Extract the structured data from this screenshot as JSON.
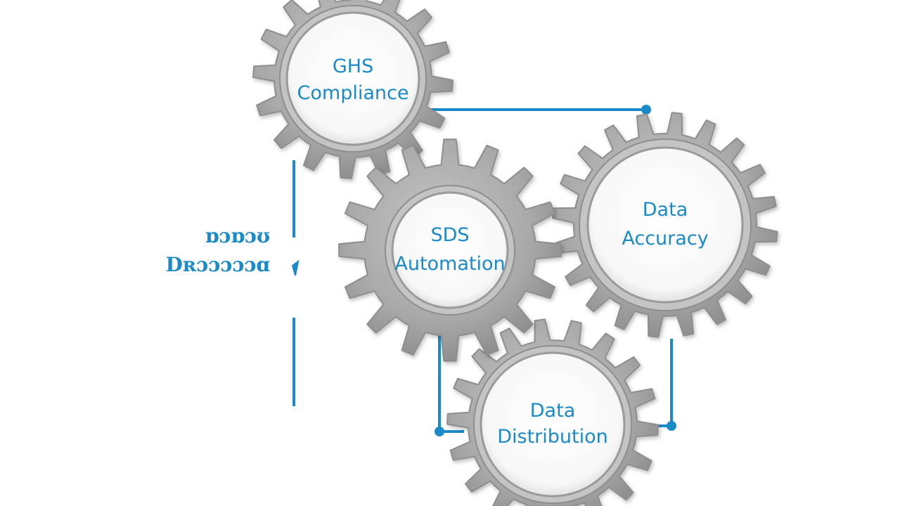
{
  "colors": {
    "accent": "#1a8ac9",
    "gear_fill": "#a9a9a9",
    "gear_edge": "#8e8e8e",
    "gear_highlight": "#c4c4c4",
    "hub_fill": "#ffffff",
    "background": "#ffffff"
  },
  "gears": [
    {
      "id": "ghs",
      "lines": [
        "GHS",
        "Compliance"
      ]
    },
    {
      "id": "sds",
      "lines": [
        "SDS",
        "Automation"
      ]
    },
    {
      "id": "accuracy",
      "lines": [
        "Data",
        "Accuracy"
      ]
    },
    {
      "id": "distribution",
      "lines": [
        "Data",
        "Distribution"
      ]
    }
  ],
  "side_label": {
    "lines": [
      "ɒɔɒɔʊ",
      "Dʀɔɔɔɔɔɑ"
    ]
  }
}
